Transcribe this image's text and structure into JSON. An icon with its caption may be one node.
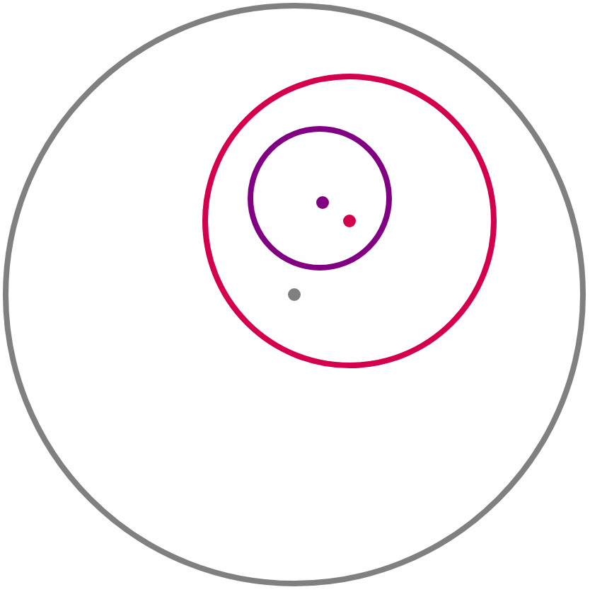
{
  "diagram": {
    "nodes": [
      {
        "text": [],
        "shape": "circle"
      },
      {
        "text": [],
        "shape": "circle",
        "in": 0
      },
      {
        "text": [],
        "shape": "circle",
        "in": 1
      }
    ]
  }
}
